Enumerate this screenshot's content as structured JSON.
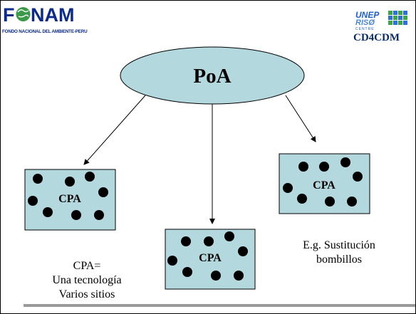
{
  "logos": {
    "left": {
      "name": "FONAM",
      "subtitle": "FONDO NACIONAL DEL AMBIENTE-PERU",
      "colors": {
        "primary": "#0b2a8a",
        "globe": "#3a9a4a"
      }
    },
    "right": {
      "unep": "UNEP",
      "riso": "RISØ",
      "centre": "CENTRE",
      "name": "CD4CDM",
      "colors": {
        "primary": "#1d5fcc",
        "grid_green": "#3aa64a",
        "grid_blue": "#2f6fd6"
      }
    }
  },
  "diagram": {
    "root": {
      "label": "PoA",
      "fill": "#b3d9de"
    },
    "children": [
      {
        "id": "cpa-left",
        "label": "CPA",
        "fill": "#b3d9de"
      },
      {
        "id": "cpa-center",
        "label": "CPA",
        "fill": "#b3d9de"
      },
      {
        "id": "cpa-right",
        "label": "CPA",
        "fill": "#b3d9de"
      }
    ],
    "edges": [
      {
        "from": "PoA",
        "to": "cpa-left"
      },
      {
        "from": "PoA",
        "to": "cpa-center"
      },
      {
        "from": "PoA",
        "to": "cpa-right"
      }
    ]
  },
  "captions": {
    "left": [
      "CPA=",
      "Una tecnología",
      "Varios sitios"
    ],
    "right": [
      "E.g. Sustitución",
      "bombillos"
    ]
  }
}
